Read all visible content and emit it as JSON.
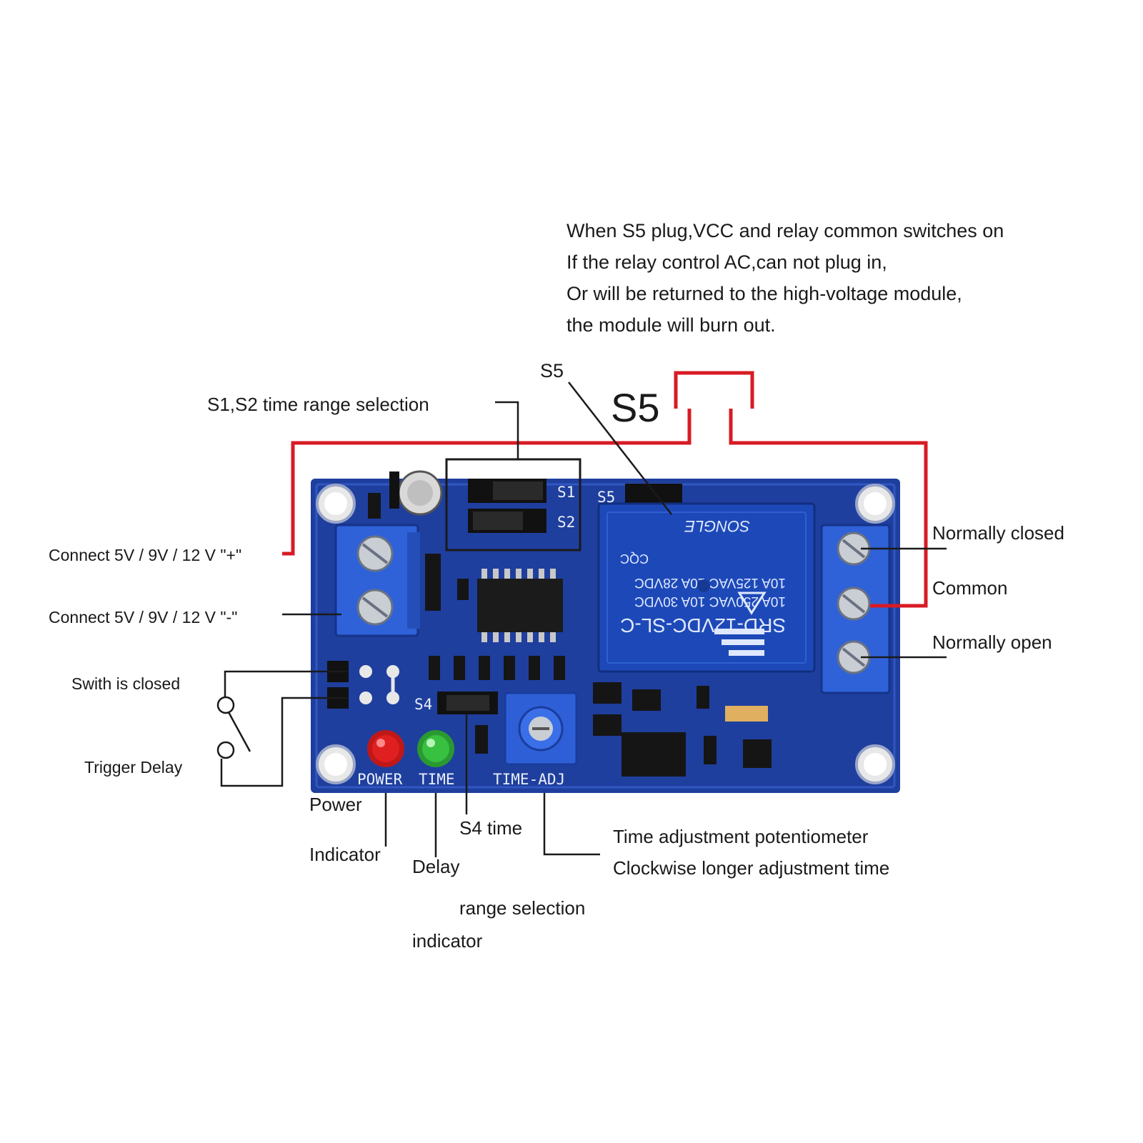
{
  "note": {
    "line1": "When S5 plug,VCC and relay common switches on",
    "line2": "If the relay control AC,can not plug in,",
    "line3": "Or will be returned to the high-voltage module,",
    "line4": "the module will burn out."
  },
  "labels": {
    "s5_small": "S5",
    "s5_big": "S5",
    "s1s2_range": "S1,S2 time range selection",
    "connect_plus": "Connect  5V / 9V / 12 V  \"+\"",
    "connect_minus": "Connect  5V / 9V / 12 V  \"-\"",
    "switch_closed": "Swith is closed",
    "trigger_delay": "Trigger Delay",
    "normally_closed": "Normally closed",
    "common": "Common",
    "normally_open": "Normally open",
    "power": "Power",
    "indicator": "Indicator",
    "delay": "Delay",
    "s4_time": "S4 time",
    "range_selection": "range selection",
    "indicator2": "indicator",
    "pot_line1": "Time adjustment potentiometer",
    "pot_line2": "Clockwise longer adjustment time"
  },
  "board": {
    "silk_s1": "S1",
    "silk_s2": "S2",
    "silk_s4": "S4",
    "silk_s5": "S5",
    "silk_power": "POWER",
    "silk_time": "TIME",
    "silk_time_adj": "TIME-ADJ",
    "relay_line1": "SRD-12VDC-SL-C",
    "relay_line2": "10A 250VAC  10A 30VDC",
    "relay_line3": "10A 125VAC  10A 28VDC",
    "relay_brand": "SONGLE",
    "relay_cqc": "CQC"
  },
  "colors": {
    "board": "#1f3f9e",
    "red_wire": "#d81b24",
    "led_power": "#e02020",
    "led_time": "#38c040",
    "relay": "#1d49b8"
  }
}
